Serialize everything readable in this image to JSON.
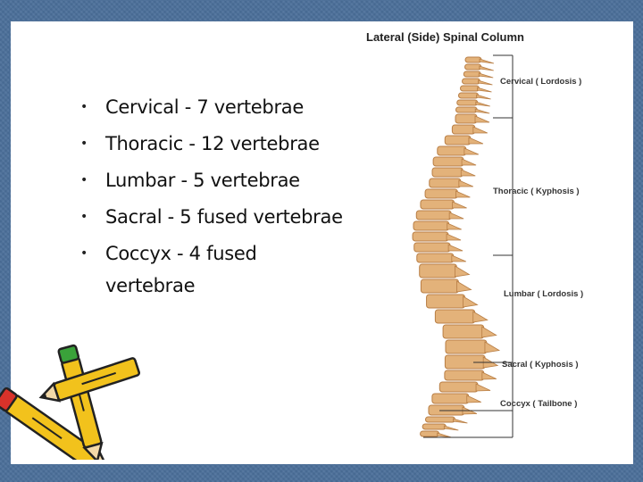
{
  "bullets": [
    "Cervical - 7 vertebrae",
    "Thoracic - 12 vertebrae",
    "Lumbar - 5 vertebrae",
    "Sacral - 5 fused vertebrae",
    "Coccyx - 4 fused vertebrae"
  ],
  "bullet_marker": "•",
  "figure": {
    "title": "Lateral (Side) Spinal Column",
    "labels": {
      "cervical": "Cervical ( Lordosis )",
      "thoracic": "Thoracic ( Kyphosis )",
      "lumbar": "Lumbar ( Lordosis )",
      "sacral": "Sacral ( Kyphosis )",
      "coccyx": "Coccyx ( Tailbone )"
    }
  },
  "colors": {
    "background": "#4b6f9a",
    "slide": "#ffffff",
    "bone": "#e3b27a",
    "bone_shadow": "#b87e45",
    "pencil_yellow": "#f2c21c"
  },
  "icons": [
    "pencils-clipart-icon"
  ]
}
